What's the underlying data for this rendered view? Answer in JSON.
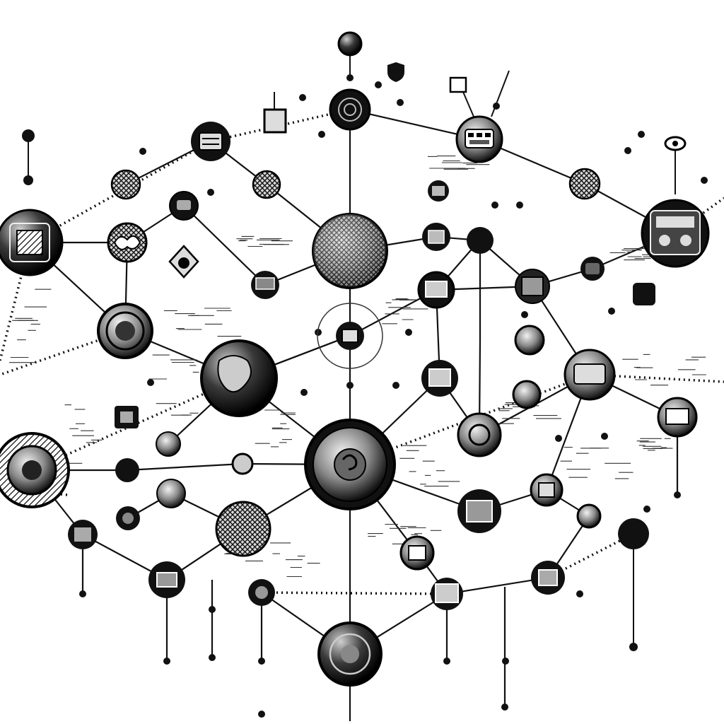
{
  "diagram": {
    "background": "#ffffff",
    "ink": "#111111",
    "accent_dark": "#000000",
    "accent_gray": "#555555",
    "nodes": [
      {
        "id": "top-pin",
        "icon": "pin-icon"
      },
      {
        "id": "hub-top",
        "icon": "spiral-icon"
      },
      {
        "id": "server-left-top",
        "icon": "server-icon"
      },
      {
        "id": "robot-top-right",
        "icon": "robot-icon"
      },
      {
        "id": "globe-center",
        "icon": "globe-icon"
      },
      {
        "id": "chip-left",
        "icon": "chip-icon"
      },
      {
        "id": "gear-left",
        "icon": "gear-icon"
      },
      {
        "id": "brain-left",
        "icon": "brain-icon"
      },
      {
        "id": "dashboard-right",
        "icon": "dashboard-icon"
      },
      {
        "id": "monitor-center",
        "icon": "monitor-icon"
      },
      {
        "id": "eye-orbit",
        "icon": "eye-icon"
      },
      {
        "id": "map-globe",
        "icon": "world-map-icon"
      },
      {
        "id": "gauge-right",
        "icon": "gauge-icon"
      },
      {
        "id": "core-center",
        "icon": "core-icon"
      },
      {
        "id": "dial-left",
        "icon": "dial-icon"
      },
      {
        "id": "mesh-ball",
        "icon": "mesh-icon"
      },
      {
        "id": "cog-right",
        "icon": "cog-icon"
      },
      {
        "id": "cabinet-bottom",
        "icon": "cabinet-icon"
      },
      {
        "id": "sun-bottom",
        "icon": "sunburst-icon"
      },
      {
        "id": "panel-right",
        "icon": "panel-icon"
      },
      {
        "id": "tv-bottom-right",
        "icon": "tv-icon"
      },
      {
        "id": "cart-bottom-left",
        "icon": "cart-icon"
      }
    ]
  }
}
